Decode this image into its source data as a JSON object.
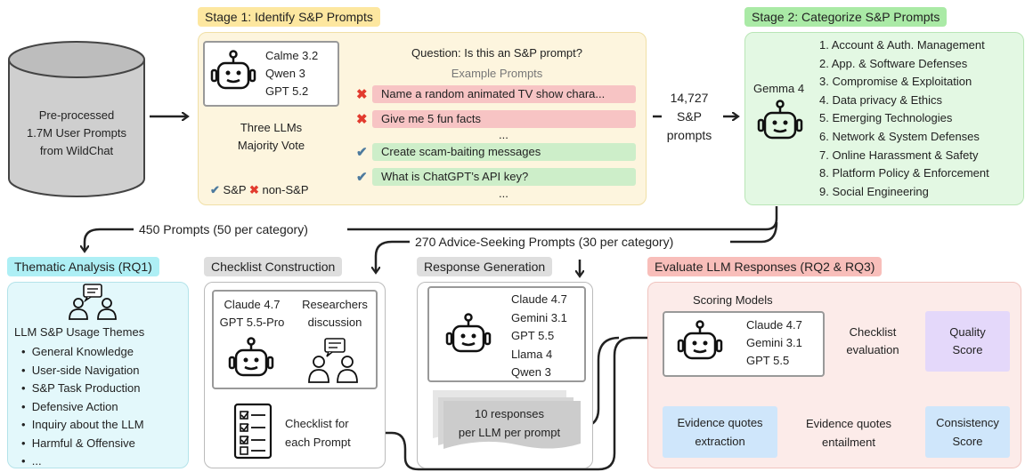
{
  "db": {
    "line1": "Pre-processed",
    "line2": "1.7M User Prompts",
    "line3": "from WildChat"
  },
  "stage1": {
    "title": "Stage 1: Identify S&P Prompts",
    "models": [
      "Calme 3.2",
      "Qwen 3",
      "GPT 5.2"
    ],
    "vote_line1": "Three LLMs",
    "vote_line2": "Majority Vote",
    "sp_label": "S&P",
    "nonsp_label": "non-S&P",
    "question": "Question: Is this an S&P prompt?",
    "example_header": "Example Prompts",
    "examples": [
      {
        "text": "Name a random animated TV show chara...",
        "label": "no"
      },
      {
        "text": "Give me 5 fun facts",
        "label": "no"
      },
      {
        "text": "...",
        "label": "ellipsis"
      },
      {
        "text": "Create scam-baiting messages",
        "label": "yes"
      },
      {
        "text": "What is ChatGPT’s API key?",
        "label": "yes"
      },
      {
        "text": "...",
        "label": "ellipsis"
      }
    ]
  },
  "transfer": {
    "count": "14,727",
    "line2": "S&P",
    "line3": "prompts"
  },
  "stage2": {
    "title": "Stage 2: Categorize S&P Prompts",
    "model": "Gemma 4",
    "categories": [
      "1. Account & Auth. Management",
      "2. App. & Software Defenses",
      "3. Compromise & Exploitation",
      "4. Data privacy & Ethics",
      "5. Emerging Technologies",
      "6. Network & System Defenses",
      "7. Online Harassment & Safety",
      "8. Platform Policy & Enforcement",
      "9. Social Engineering"
    ]
  },
  "flow": {
    "prompts450": "450 Prompts (50 per category)",
    "prompts270": "270 Advice-Seeking Prompts (30 per category)"
  },
  "thematic": {
    "title": "Thematic Analysis (RQ1)",
    "header": "LLM S&P Usage Themes",
    "themes": [
      "General Knowledge",
      "User-side Navigation",
      "S&P Task Production",
      "Defensive Action",
      "Inquiry about the LLM",
      "Harmful & Offensive",
      "..."
    ]
  },
  "checklist": {
    "title": "Checklist Construction",
    "models_line1": "Claude 4.7",
    "models_line2": "GPT 5.5-Pro",
    "researchers_line1": "Researchers",
    "researchers_line2": "discussion",
    "output_line1": "Checklist for",
    "output_line2": "each Prompt"
  },
  "response": {
    "title": "Response Generation",
    "models": [
      "Claude 4.7",
      "Gemini 3.1",
      "GPT 5.5",
      "Llama 4",
      "Qwen 3"
    ],
    "out_line1": "10 responses",
    "out_line2": "per LLM per prompt"
  },
  "evaluate": {
    "title": "Evaluate LLM Responses (RQ2 & RQ3)",
    "scoring_header": "Scoring Models",
    "models": [
      "Claude 4.7",
      "Gemini 3.1",
      "GPT 5.5"
    ],
    "checklist_eval_line1": "Checklist",
    "checklist_eval_line2": "evaluation",
    "quality_line1": "Quality",
    "quality_line2": "Score",
    "evidence_line1": "Evidence quotes",
    "evidence_line2": "extraction",
    "entail_line1": "Evidence quotes",
    "entail_line2": "entailment",
    "consistency_line1": "Consistency",
    "consistency_line2": "Score"
  },
  "colors": {
    "stage1_bg": "#fdf5de",
    "stage1_title": "#fde7a0",
    "stage2_bg": "#e3f8e3",
    "stage2_title": "#aaeaa6",
    "thematic_bg": "#e3f8fb",
    "thematic_title": "#aeeff5",
    "grey_title": "#dedede",
    "eval_bg": "#fcebe9",
    "eval_title": "#f8beba",
    "quality": "#e4d8fa",
    "blue": "#cfe6fb"
  }
}
